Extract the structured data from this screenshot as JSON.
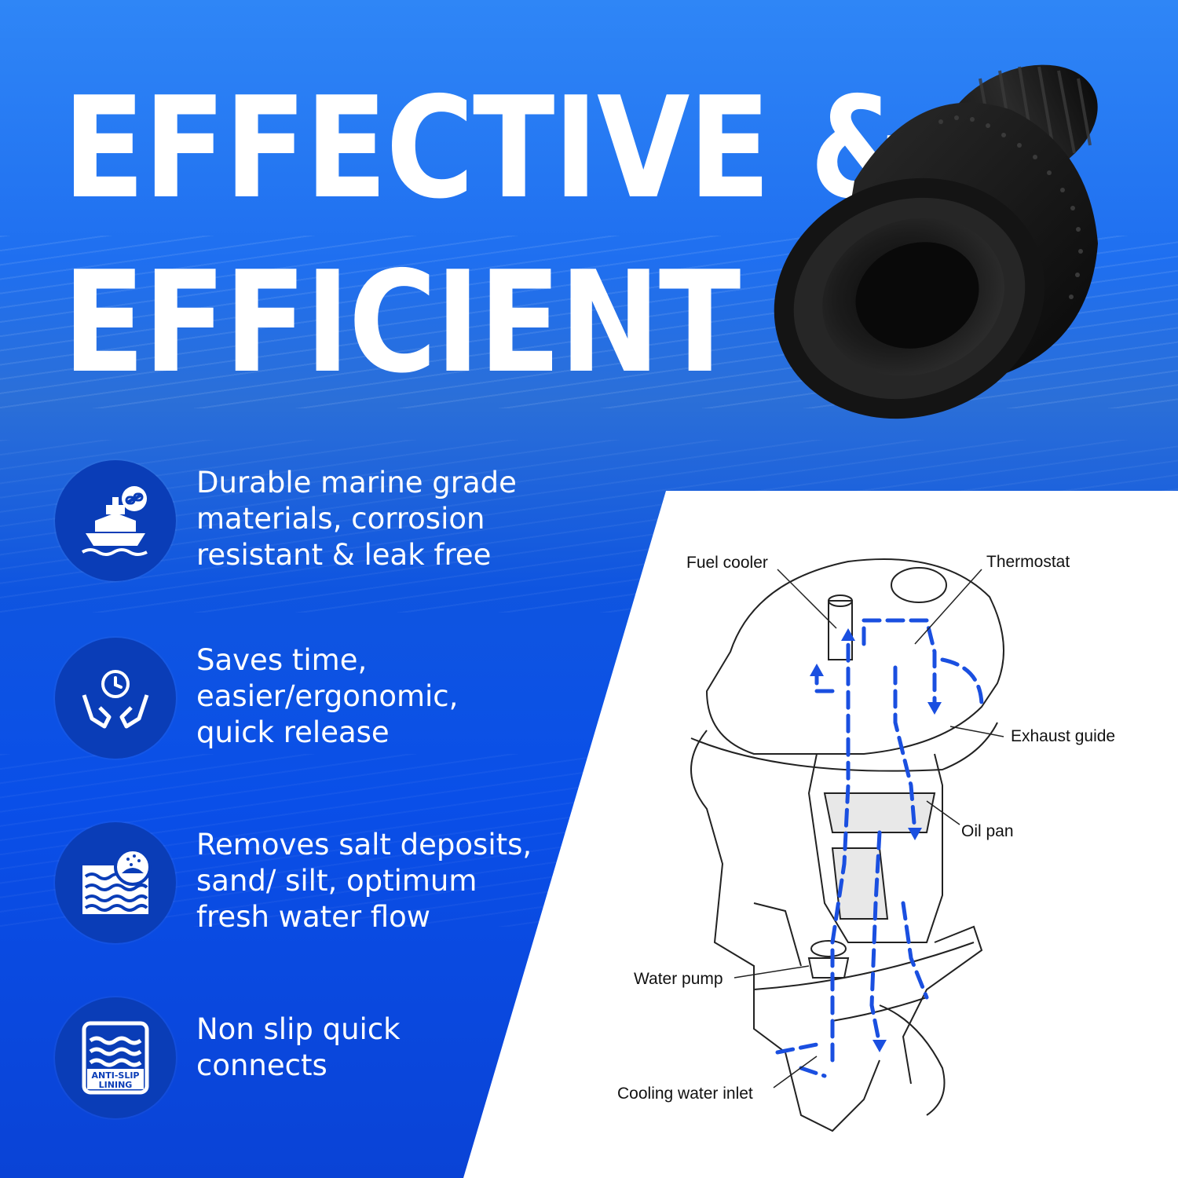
{
  "headline": {
    "line1": "EFFECTIVE &",
    "line2": "EFFICIENT"
  },
  "features": [
    {
      "icon": "ship-link-icon",
      "lines": [
        "Durable marine grade",
        "materials, corrosion",
        "resistant & leak free"
      ]
    },
    {
      "icon": "hands-clock-icon",
      "lines": [
        "Saves time,",
        "easier/ergonomic,",
        "quick release"
      ]
    },
    {
      "icon": "water-salt-icon",
      "lines": [
        "Removes salt deposits,",
        "sand/ silt, optimum",
        "fresh water flow"
      ]
    },
    {
      "icon": "anti-slip-icon",
      "icon_text": [
        "ANTI-SLIP",
        "LINING"
      ],
      "lines": [
        "Non slip quick",
        "connects"
      ]
    }
  ],
  "diagram": {
    "labels": {
      "fuel_cooler": "Fuel cooler",
      "thermostat": "Thermostat",
      "exhaust_guide": "Exhaust guide",
      "oil_pan": "Oil pan",
      "water_pump": "Water pump",
      "cooling_water_inlet": "Cooling water inlet"
    }
  },
  "colors": {
    "background": "#0a4fe8",
    "icon_circle": "#0a3db7",
    "flow": "#1a4fe0",
    "text": "#ffffff"
  }
}
